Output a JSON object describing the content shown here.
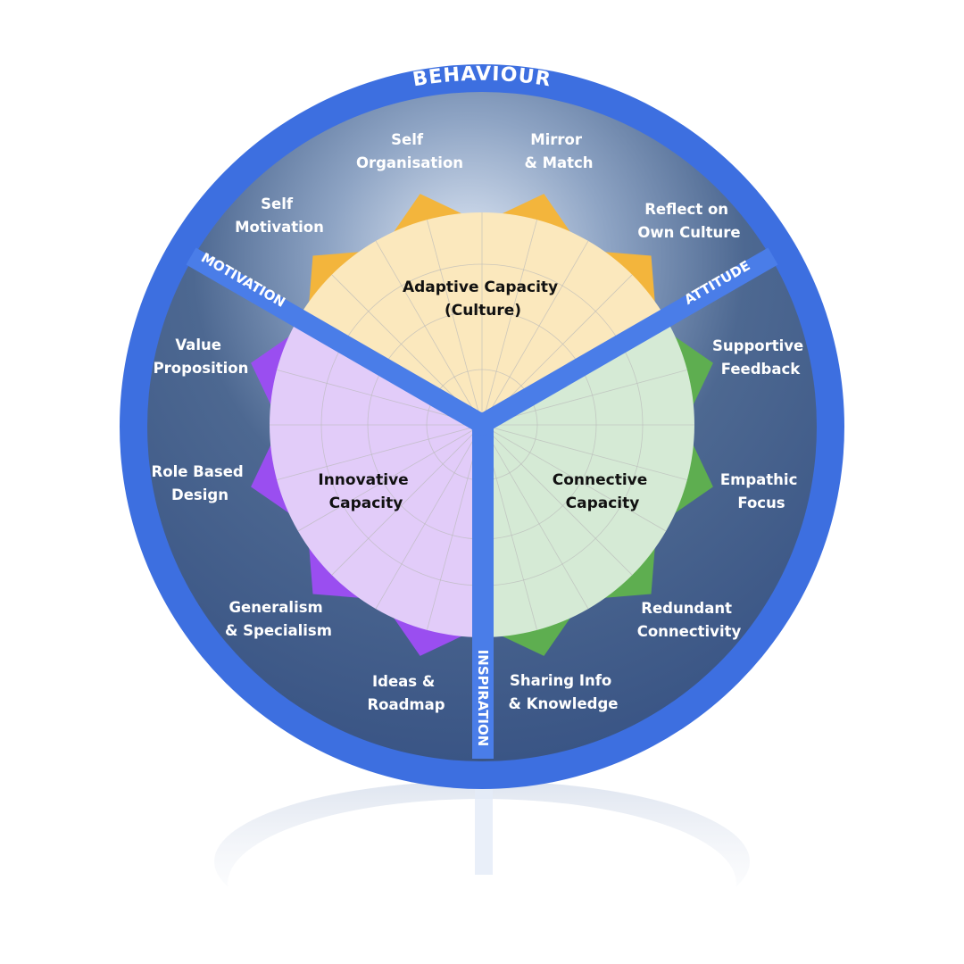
{
  "ring": {
    "top": "BEHAVIOUR",
    "left": "MOTIVATION",
    "right": "ATTITUDE",
    "bottom": "INSPIRATION"
  },
  "sectors": {
    "adaptive": {
      "line1": "Adaptive Capacity",
      "line2": "(Culture)"
    },
    "innovative": {
      "line1": "Innovative",
      "line2": "Capacity"
    },
    "connective": {
      "line1": "Connective",
      "line2": "Capacity"
    }
  },
  "labels": {
    "self_motivation": [
      "Self",
      "Motivation"
    ],
    "self_organisation": [
      "Self",
      "Organisation"
    ],
    "mirror_match": [
      "Mirror",
      "& Match"
    ],
    "reflect_culture": [
      "Reflect on",
      "Own Culture"
    ],
    "supportive_feedback": [
      "Supportive",
      "Feedback"
    ],
    "empathic_focus": [
      "Empathic",
      "Focus"
    ],
    "redundant_connectivity": [
      "Redundant",
      "Connectivity"
    ],
    "sharing_info": [
      "Sharing Info",
      "& Knowledge"
    ],
    "ideas_roadmap": [
      "Ideas &",
      "Roadmap"
    ],
    "generalism": [
      "Generalism",
      "& Specialism"
    ],
    "role_based": [
      "Role Based",
      "Design"
    ],
    "value_proposition": [
      "Value",
      "Proposition"
    ]
  },
  "colors": {
    "ring": "#3d6fe0",
    "dark": "#3f5a87",
    "adaptive_fill": "#fbe8bd",
    "adaptive_star": "#f3b53c",
    "innovative_fill": "#e2ccf9",
    "innovative_star": "#9a4ef0",
    "connective_fill": "#d5ead5",
    "connective_star": "#5eae50",
    "divider": "#4a7de8"
  }
}
